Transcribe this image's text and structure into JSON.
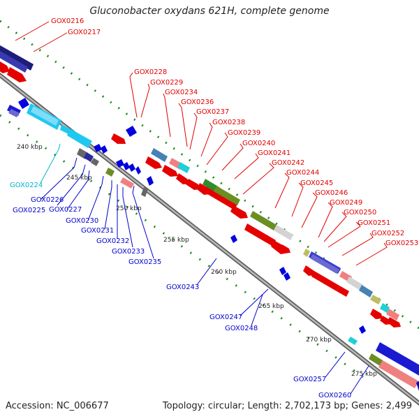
{
  "title": "Gluconobacter oxydans 621H, complete genome",
  "footer": {
    "accession": "Accession: NC_006677",
    "topology": "Topology: circular; Length: 2,702,173 bp; Genes: 2,499"
  },
  "colors": {
    "backbone": "#8c8c8c",
    "red_label": "#e00000",
    "blue_label": "#0000cc",
    "cyan_label": "#00b5cc",
    "tick": "#1a8a1a"
  },
  "kbp_ticks": [
    "240 kbp",
    "245 kbp",
    "250 kbp",
    "255 kbp",
    "260 kbp",
    "265 kbp",
    "270 kbp",
    "275 kbp"
  ],
  "labels_red": [
    "GOX0216",
    "GOX0217",
    "GOX0228",
    "GOX0229",
    "GOX0234",
    "GOX0236",
    "GOX0237",
    "GOX0238",
    "GOX0239",
    "GOX0240",
    "GOX0241",
    "GOX0242",
    "GOX0244",
    "GOX0245",
    "GOX0246",
    "GOX0249",
    "GOX0250",
    "GOX0251",
    "GOX0252",
    "GOX0253"
  ],
  "labels_blue": [
    "GOX0225",
    "GOX0226",
    "GOX0227",
    "GOX0230",
    "GOX0231",
    "GOX0232",
    "GOX0233",
    "GOX0235",
    "GOX0243",
    "GOX0247",
    "GOX0248",
    "GOX0257",
    "GOX0260"
  ],
  "labels_cyan": [
    "GOX0224"
  ]
}
